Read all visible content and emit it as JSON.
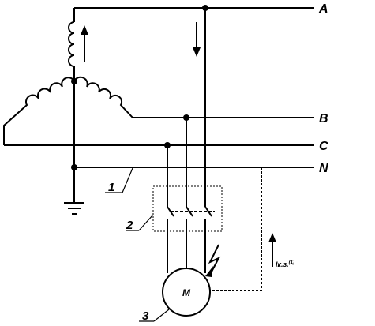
{
  "buses": [
    "A",
    "B",
    "C",
    "N"
  ],
  "callouts": [
    "1",
    "2",
    "3"
  ],
  "motor_label": "M",
  "fault_current_label": "Iк.з.",
  "fault_current_sup": "(1)"
}
